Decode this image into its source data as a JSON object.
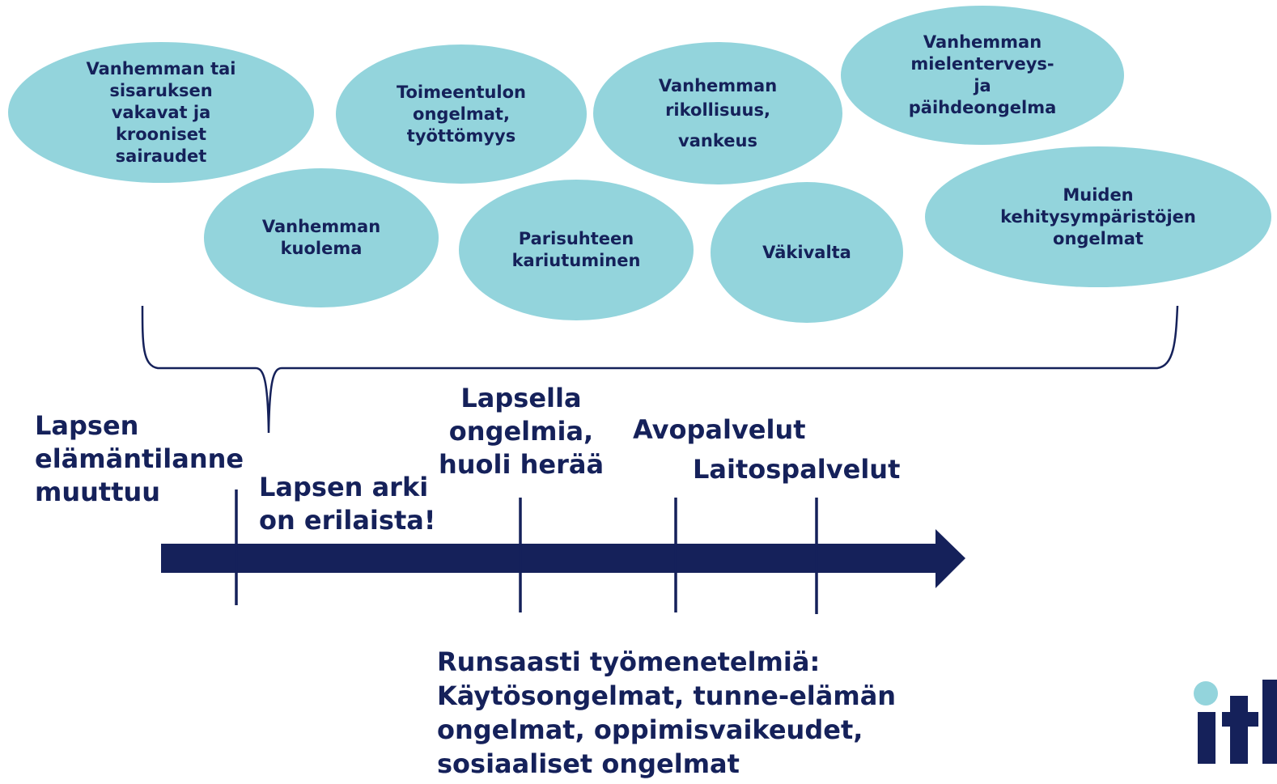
{
  "bubbles": [
    {
      "id": "b1",
      "lines": [
        "Vanhemman tai",
        "sisaruksen",
        "vakavat ja",
        "krooniset",
        "sairaudet"
      ]
    },
    {
      "id": "b2",
      "lines": [
        "Toimeentulon",
        "ongelmat,",
        "työttömyys"
      ]
    },
    {
      "id": "b3",
      "lines": [
        "Vanhemman",
        "rikollisuus,",
        "vankeus"
      ]
    },
    {
      "id": "b4",
      "lines": [
        "Vanhemman",
        "mielenterveys-",
        "ja",
        "päihdeongelma"
      ]
    },
    {
      "id": "b5",
      "lines": [
        "Vanhemman",
        "kuolema"
      ]
    },
    {
      "id": "b6",
      "lines": [
        "Parisuhteen",
        "kariutuminen"
      ]
    },
    {
      "id": "b7",
      "lines": [
        "Väkivalta"
      ]
    },
    {
      "id": "b8",
      "lines": [
        "Muiden",
        "kehitysympäristöjen",
        "ongelmat"
      ]
    }
  ],
  "timeline": {
    "start_label": [
      "Lapsen",
      "elämäntilanne",
      "muuttuu"
    ],
    "marker1_label": [
      "Lapsen arki",
      "on erilaista!"
    ],
    "marker2_label": [
      "Lapsella",
      "ongelmia,",
      "huoli herää"
    ],
    "marker3_label": "Avopalvelut",
    "marker4_label": "Laitospalvelut"
  },
  "methods": {
    "lines": [
      "Runsaasti työmenetelmiä:",
      "Käytösongelmat, tunne-elämän",
      "ongelmat, oppimisvaikeudet,",
      "sosiaaliset ongelmat"
    ]
  },
  "logo": {
    "text": "itl"
  },
  "colors": {
    "navy": "#15215a",
    "bubble": "#93d4dc",
    "background": "#ffffff"
  }
}
